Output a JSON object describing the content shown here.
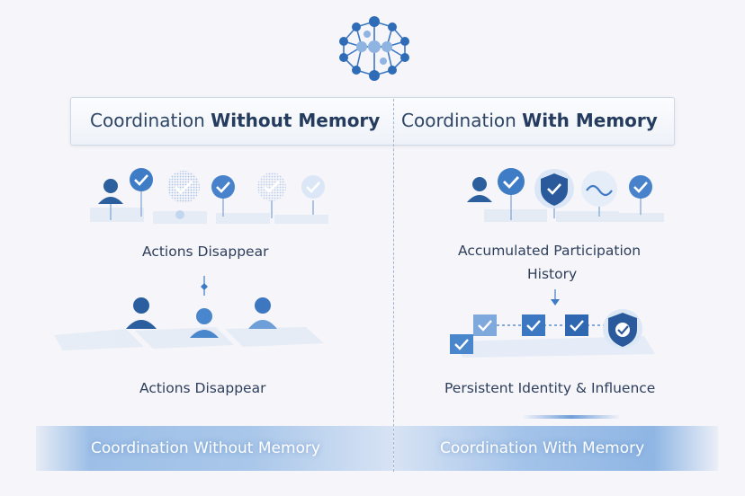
{
  "header": {
    "left_prefix": "Coordination ",
    "left_bold": "Without Memory",
    "right_prefix": "Coordination ",
    "right_bold": "With Memory"
  },
  "left": {
    "label_top": "Actions Disappear",
    "label_bottom": "Actions Disappear"
  },
  "right": {
    "label_top_line1": "Accumulated Participation",
    "label_top_line2": "History",
    "label_bottom": "Persistent Identity & Influence"
  },
  "footer": {
    "left": "Coordination Without Memory",
    "right": "Coordination With Memory"
  },
  "colors": {
    "accent": "#3f7ac4",
    "dark_blue": "#2a5a9c",
    "light_blue": "#a9c6ea",
    "background": "#f6f5f9"
  }
}
